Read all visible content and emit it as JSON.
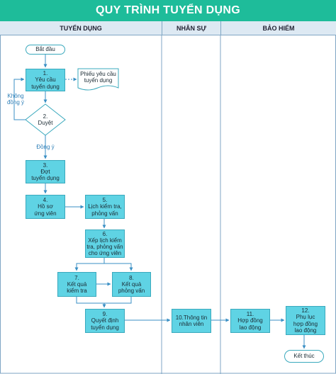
{
  "title": "QUY TRÌNH TUYỂN DỤNG",
  "lanes": [
    "TUYỂN DỤNG",
    "NHÂN SỰ",
    "BẢO HIỂM"
  ],
  "nodes": {
    "start": "Bắt đầu",
    "n1": "1.\nYêu cầu\ntuyển dụng",
    "doc": "Phiếu yêu cầu\ntuyển dụng",
    "n2": "2.\nDuyệt",
    "n3": "3.\nĐợt\ntuyển dụng",
    "n4": "4.\nHồ sơ\nứng viên",
    "n5": "5.\nLịch kiểm tra,\nphỏng vấn",
    "n6": "6.\nXếp lịch kiểm\ntra, phỏng vấn\ncho ứng viên",
    "n7": "7.\nKết quả\nkiểm tra",
    "n8": "8.\nKết quả\nphỏng vấn",
    "n9": "9.\nQuyết định\ntuyển dụng",
    "n10": "10.Thông tin\nnhân viên",
    "n11": "11.\nHợp đồng\nlao động",
    "n12": "12.\nPhụ lục\nhợp đồng\nlao động",
    "end": "Kết thúc"
  },
  "labels": {
    "reject": "Không\nđồng ý",
    "approve": "Đồng ý"
  },
  "colors": {
    "title_bg": "#1ebc9a",
    "process_fill": "#5fd3e4",
    "line": "#3a8fc4"
  }
}
